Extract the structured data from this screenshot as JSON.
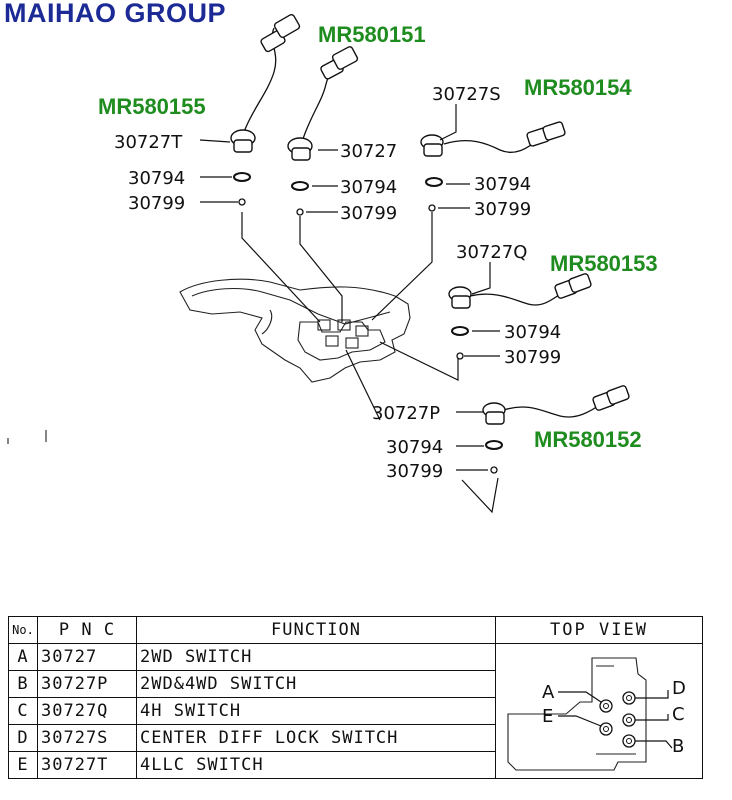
{
  "brand": "MAIHAO GROUP",
  "diagram": {
    "callouts": {
      "mr580151": "MR580151",
      "mr580155": "MR580155",
      "mr580154": "MR580154",
      "mr580153": "MR580153",
      "mr580152": "MR580152"
    },
    "labels": {
      "a_switch": "30727T",
      "a_oring": "30794",
      "a_ball": "30799",
      "b_switch": "30727",
      "b_oring": "30794",
      "b_ball": "30799",
      "c_switch": "30727S",
      "c_oring": "30794",
      "c_ball": "30799",
      "d_switch": "30727Q",
      "d_oring": "30794",
      "d_ball": "30799",
      "e_switch": "30727P",
      "e_oring": "30794",
      "e_ball": "30799"
    }
  },
  "table": {
    "headers": {
      "no": "No.",
      "pnc": "P N C",
      "function": "FUNCTION",
      "top_view": "TOP VIEW"
    },
    "rows": [
      {
        "no": "A",
        "pnc": "30727",
        "function": "2WD SWITCH"
      },
      {
        "no": "B",
        "pnc": "30727P",
        "function": "2WD&4WD SWITCH"
      },
      {
        "no": "C",
        "pnc": "30727Q",
        "function": "4H SWITCH"
      },
      {
        "no": "D",
        "pnc": "30727S",
        "function": "CENTER DIFF LOCK SWITCH"
      },
      {
        "no": "E",
        "pnc": "30727T",
        "function": "4LLC SWITCH"
      }
    ],
    "top_view_labels": {
      "a": "A",
      "b": "B",
      "c": "C",
      "d": "D",
      "e": "E"
    }
  }
}
